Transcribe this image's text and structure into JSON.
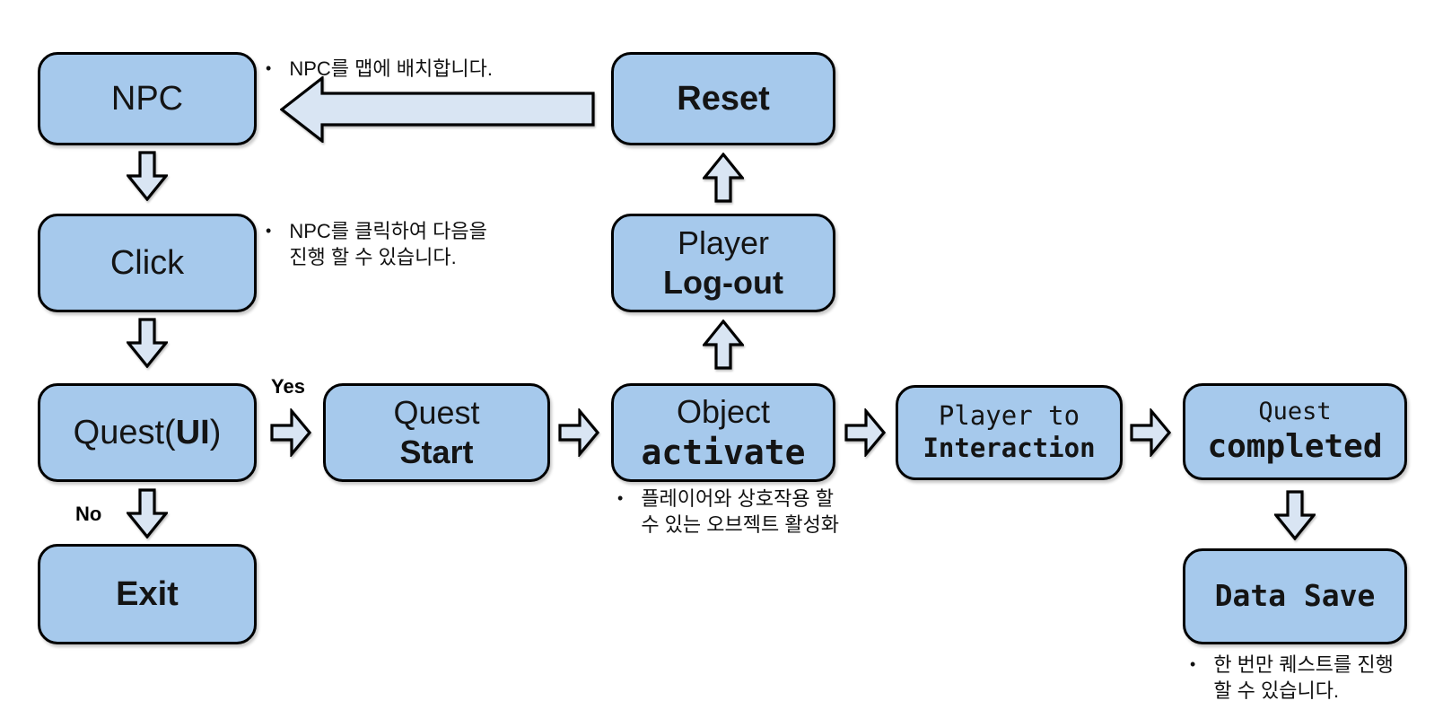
{
  "ui": {
    "bullet": "•"
  },
  "colors": {
    "box_fill": "#a6c9ec",
    "arrow_fill": "#d9e5f3",
    "outline": "#000000",
    "canvas_bg": "#ffffff",
    "text": "#141414"
  },
  "nodes": {
    "npc": {
      "label": "NPC"
    },
    "click": {
      "label": "Click"
    },
    "quest_ui": {
      "pre": "Quest(",
      "bold": "UI",
      "post": ")"
    },
    "exit": {
      "label": "Exit"
    },
    "quest_start": {
      "line1": "Quest",
      "line2": "Start"
    },
    "reset": {
      "label": "Reset"
    },
    "player_logout": {
      "line1": "Player",
      "line2": "Log-out"
    },
    "object_activate": {
      "line1": "Object",
      "line2": "activate"
    },
    "player_interaction": {
      "line1": "Player to",
      "line2": "Interaction"
    },
    "quest_completed": {
      "line1": "Quest",
      "line2": "completed"
    },
    "data_save": {
      "label": "Data Save"
    }
  },
  "edge_labels": {
    "yes": "Yes",
    "no": "No"
  },
  "annotations": {
    "npc": {
      "line1": "NPC를 맵에 배치합니다."
    },
    "click": {
      "line1": "NPC를 클릭하여 다음을",
      "line2": "진행 할 수 있습니다."
    },
    "object_activate": {
      "line1": "플레이어와 상호작용 할",
      "line2": "수 있는 오브젝트 활성화"
    },
    "data_save": {
      "line1": "한 번만 퀘스트를 진행",
      "line2": "할 수 있습니다."
    }
  }
}
